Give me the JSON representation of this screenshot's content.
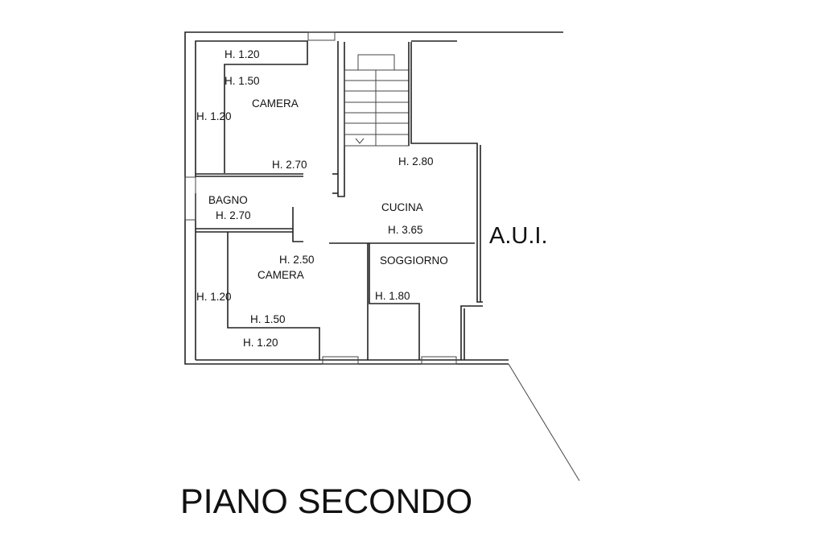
{
  "floor_title": "PIANO SECONDO",
  "adjacent_label": "A.U.I.",
  "rooms": [
    {
      "name": "CAMERA",
      "heights": [
        "H. 1.20",
        "H. 1.50",
        "H. 1.20",
        "H. 2.70"
      ]
    },
    {
      "name": "BAGNO",
      "heights": [
        "H. 2.70"
      ]
    },
    {
      "name": "CUCINA",
      "heights": [
        "H. 2.80",
        "H. 3.65"
      ]
    },
    {
      "name": "SOGGIORNO",
      "heights": [
        "H. 1.80"
      ]
    },
    {
      "name": "CAMERA",
      "heights": [
        "H. 2.50",
        "H. 1.20",
        "H. 1.50",
        "H. 1.20"
      ]
    }
  ]
}
